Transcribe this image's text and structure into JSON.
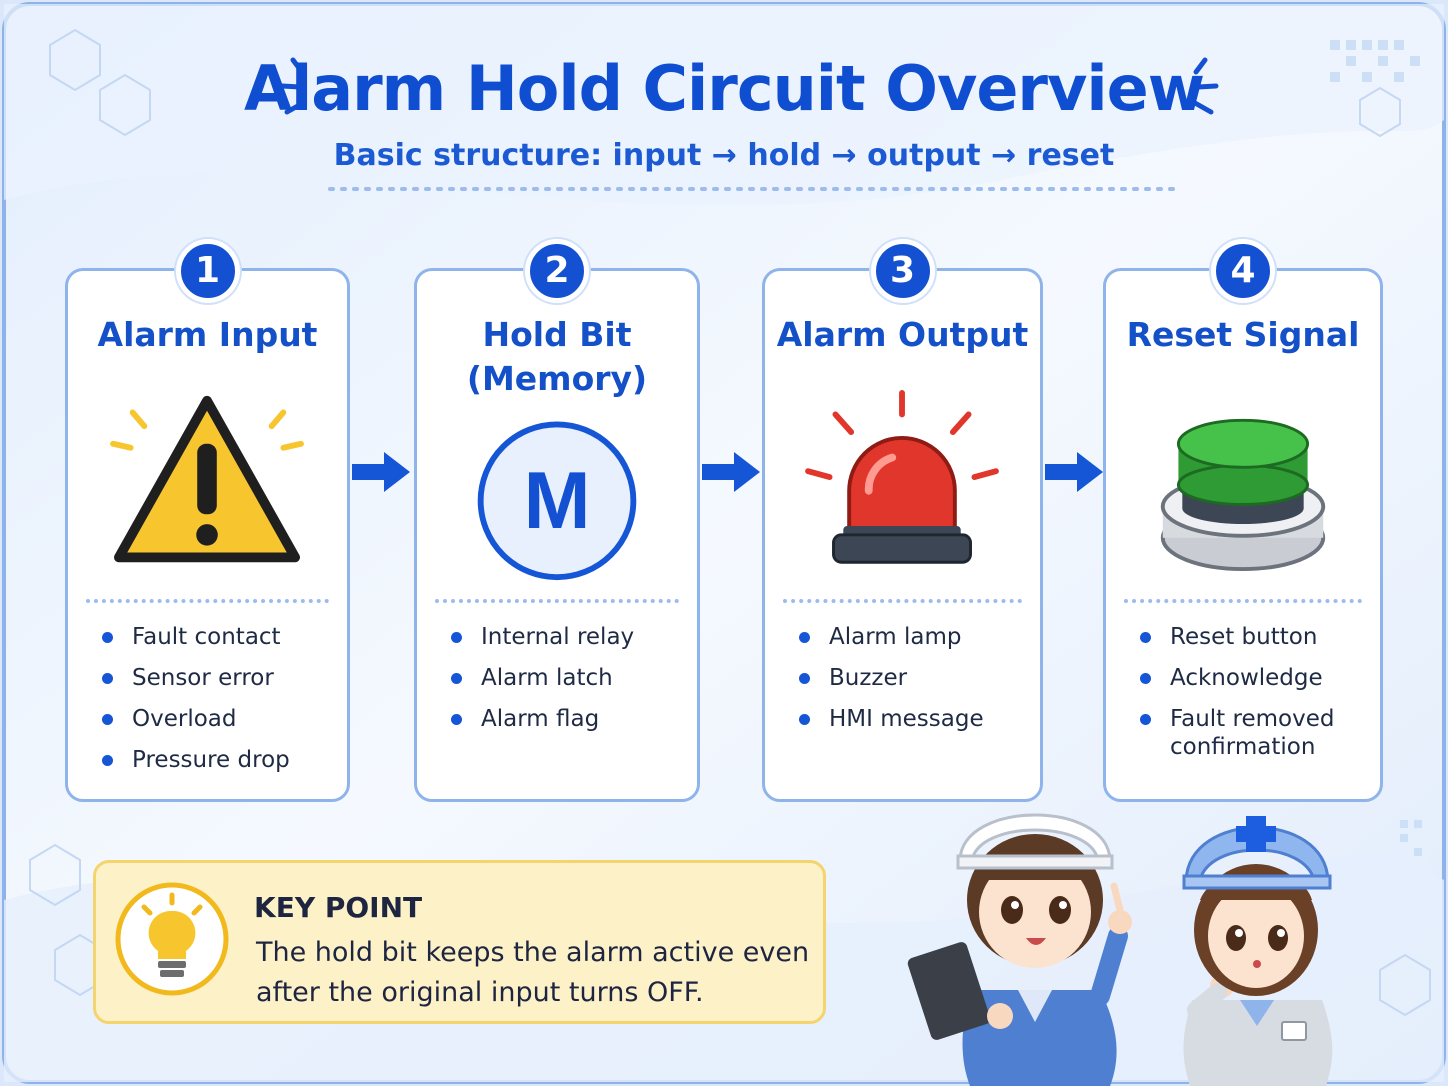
{
  "header": {
    "title": "Alarm Hold Circuit Overview",
    "subtitle": "Basic structure: input → hold → output → reset"
  },
  "steps": [
    {
      "number": "1",
      "title": "Alarm Input",
      "icon": "warning-triangle-icon",
      "items": [
        "Fault contact",
        "Sensor error",
        "Overload",
        "Pressure drop"
      ]
    },
    {
      "number": "2",
      "title": "Hold Bit\n(Memory)",
      "icon": "memory-m-icon",
      "icon_letter": "M",
      "items": [
        "Internal relay",
        "Alarm latch",
        "Alarm flag"
      ]
    },
    {
      "number": "3",
      "title": "Alarm Output",
      "icon": "alarm-lamp-icon",
      "items": [
        "Alarm lamp",
        "Buzzer",
        "HMI message"
      ]
    },
    {
      "number": "4",
      "title": "Reset Signal",
      "icon": "reset-button-icon",
      "items": [
        "Reset button",
        "Acknowledge",
        "Fault removed confirmation"
      ]
    }
  ],
  "key_point": {
    "title": "KEY POINT",
    "text": "The hold bit keeps the alarm active even after the original input turns OFF.",
    "icon": "lightbulb-icon"
  },
  "colors": {
    "primary": "#1451d2",
    "card_border": "#8fb4ec",
    "key_point_bg": "#fdf1c8",
    "warning": "#f7c62f",
    "lamp": "#e0362b",
    "reset_button": "#34b23a"
  }
}
